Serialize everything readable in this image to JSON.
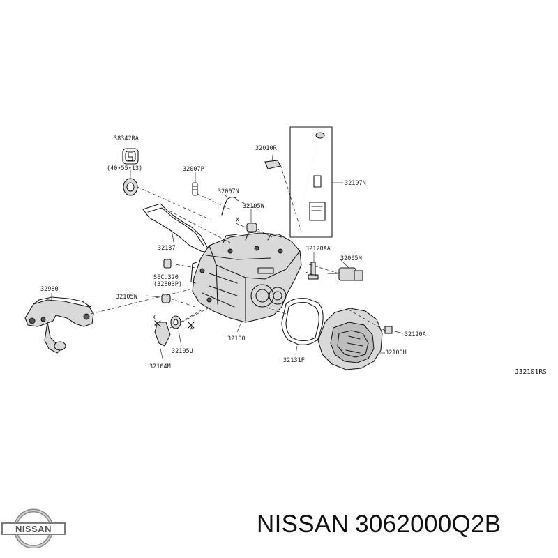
{
  "callouts": {
    "c38342RA": "38342RA",
    "dims": "(40×55×13)",
    "c32007P": "32007P",
    "c32007N": "32007N",
    "c32105W_top": "32105W",
    "c32137": "32137",
    "c32010R": "32010R",
    "c32197N": "32197N",
    "c32120AA": "32120AA",
    "c32005M": "32005M",
    "sec_line1": "SEC.320",
    "sec_line2": "(32803P)",
    "c32980": "32980",
    "c32105W_left": "32105W",
    "c32100": "32100",
    "c32105U": "32105U",
    "c32104M": "32104M",
    "c32131F": "32131F",
    "c32120A": "32120A",
    "c32100H": "32100H",
    "x_mark": "X"
  },
  "diagram_code": "J32101RS",
  "footer": {
    "brand": "NISSAN",
    "part_number": "3062000Q2B",
    "logo_text": "NISSAN"
  }
}
